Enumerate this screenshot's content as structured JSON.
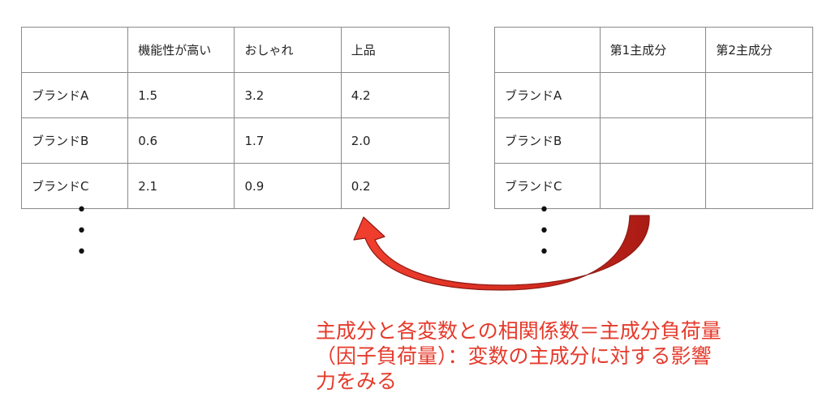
{
  "left_table": {
    "headers": [
      "",
      "機能性が高い",
      "おしゃれ",
      "上品"
    ],
    "rows": [
      [
        "ブランドA",
        "1.5",
        "3.2",
        "4.2"
      ],
      [
        "ブランドB",
        "0.6",
        "1.7",
        "2.0"
      ],
      [
        "ブランドC",
        "2.1",
        "0.9",
        "0.2"
      ]
    ]
  },
  "right_table": {
    "headers": [
      "",
      "第1主成分",
      "第2主成分"
    ],
    "rows": [
      [
        "ブランドA",
        "",
        ""
      ],
      [
        "ブランドB",
        "",
        ""
      ],
      [
        "ブランドC",
        "",
        ""
      ]
    ]
  },
  "ellipsis_dots": [
    "•",
    "•",
    "•"
  ],
  "caption": {
    "line1": "主成分と各変数との相関係数＝主成分負荷量",
    "line2": "（因子負荷量）：変数の主成分に対する影響",
    "line3": "力をみる"
  },
  "colors": {
    "accent": "#e53a2b",
    "arrow_dark": "#b01e16",
    "grid": "#8a8a8a"
  }
}
